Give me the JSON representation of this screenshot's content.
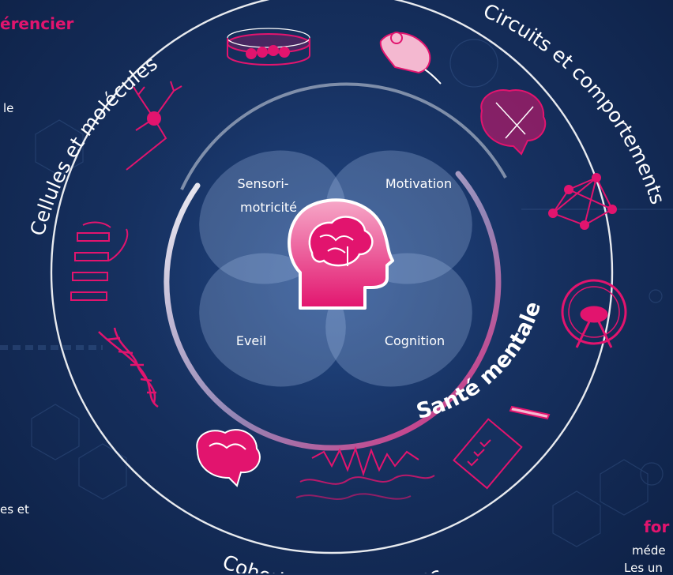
{
  "heading_partial": "érencier",
  "left_fragment_top": "le",
  "left_fragment_bottom": "es et",
  "right_heading_partial": "for",
  "right_fragment_1": "méde",
  "right_fragment_2": "Les un",
  "ring_labels": {
    "cellules": "Cellules et molécules",
    "circuits": "Circuits et comportements",
    "cohortes": "Cohortes de patient-es",
    "sante": "Santé mentale"
  },
  "domains": {
    "sensori_line1": "Sensori-",
    "sensori_line2": "motricité",
    "motivation": "Motivation",
    "eveil": "Eveil",
    "cognition": "Cognition"
  },
  "icons": [
    "petri-dish-icon",
    "mouse-icon",
    "brain-network-icon",
    "network-graph-icon",
    "hamster-wheel-icon",
    "checklist-icon",
    "eeg-waves-icon",
    "brain-icon",
    "dna-icon",
    "receptor-protein-icon",
    "neuron-icon",
    "head-brain-icon"
  ],
  "colors": {
    "accent": "#e2146e",
    "background": "#16305f",
    "text": "#ffffff"
  }
}
